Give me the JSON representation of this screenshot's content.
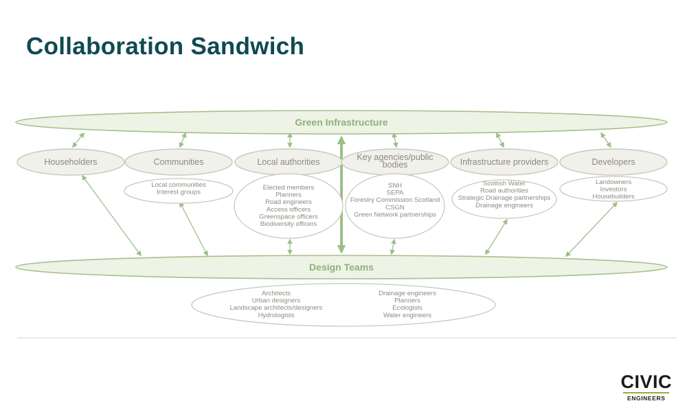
{
  "title": "Collaboration Sandwich",
  "green_infrastructure": {
    "label": "Green Infrastructure"
  },
  "design_teams": {
    "label": "Design Teams"
  },
  "stakeholders": [
    {
      "label": [
        "Householders"
      ],
      "details": []
    },
    {
      "label": [
        "Communities"
      ],
      "details": [
        "Local communities",
        "Interest groups"
      ]
    },
    {
      "label": [
        "Local authorities"
      ],
      "details": [
        "Elected members",
        "Planners",
        "Road engineers",
        "Access officers",
        "Greenspace officers",
        "Biodiversity officers"
      ]
    },
    {
      "label": [
        "Key agencies/public",
        "bodies"
      ],
      "details": [
        "SNH",
        "SEPA",
        "Forestry Commission Scotland",
        "CSGN",
        "Green Network partnerships"
      ]
    },
    {
      "label": [
        "Infrastructure providers"
      ],
      "details": [
        "Scottish Water",
        "Road authorities",
        "Strategic Drainage partnerships",
        "Drainage engineers"
      ]
    },
    {
      "label": [
        "Developers"
      ],
      "details": [
        "Landowners",
        "Investors",
        "Housebuilders"
      ]
    }
  ],
  "design_team_members": {
    "left": [
      "Architects",
      "Urban designers",
      "Landscape architects/designers",
      "Hydrologists"
    ],
    "right": [
      "Drainage engineers",
      "Planners",
      "Ecologists",
      "Water engineers"
    ]
  },
  "logo": {
    "main": "CIVIC",
    "sub": "ENGINEERS"
  },
  "colors": {
    "title": "#0f4a52",
    "accent_green": "#9dbf87",
    "node_fill": "#f1f0ea",
    "text_grey": "#8a8b83"
  }
}
